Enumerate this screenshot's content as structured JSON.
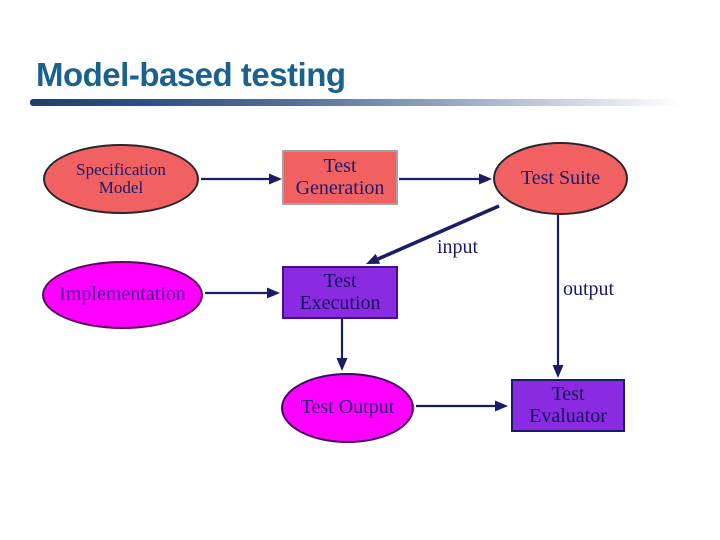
{
  "slide": {
    "title": "Model-based testing"
  },
  "diagram": {
    "nodes": {
      "specification_model": {
        "type": "ellipse",
        "fill": "#f26161",
        "line1": "Specification",
        "line2": "Model"
      },
      "test_generation": {
        "type": "box",
        "fill": "#f26161",
        "line1": "Test",
        "line2": "Generation"
      },
      "test_suite": {
        "type": "ellipse",
        "fill": "#f26161",
        "label": "Test Suite"
      },
      "implementation": {
        "type": "ellipse",
        "fill": "#ff00ff",
        "label": "Implementation"
      },
      "test_execution": {
        "type": "box",
        "fill": "#8a2be2",
        "line1": "Test",
        "line2": "Execution"
      },
      "test_output": {
        "type": "ellipse",
        "fill": "#ff00ff",
        "label": "Test Output"
      },
      "test_evaluator": {
        "type": "box",
        "fill": "#8a2be2",
        "line1": "Test",
        "line2": "Evaluator"
      }
    },
    "edges": [
      {
        "from": "specification_model",
        "to": "test_generation"
      },
      {
        "from": "test_generation",
        "to": "test_suite"
      },
      {
        "from": "test_suite",
        "to": "test_execution",
        "label": "input"
      },
      {
        "from": "test_suite",
        "to": "test_evaluator",
        "label": "output"
      },
      {
        "from": "implementation",
        "to": "test_execution"
      },
      {
        "from": "test_execution",
        "to": "test_output"
      },
      {
        "from": "test_output",
        "to": "test_evaluator"
      }
    ],
    "edge_labels": {
      "input": "input",
      "output": "output"
    },
    "colors": {
      "title_text": "#1a618f",
      "arrow": "#1a1d66",
      "node_text": "#1b1b6b",
      "salmon_fill": "#f26161",
      "magenta_fill": "#ff00ff",
      "purple_fill": "#8a2be2"
    }
  }
}
